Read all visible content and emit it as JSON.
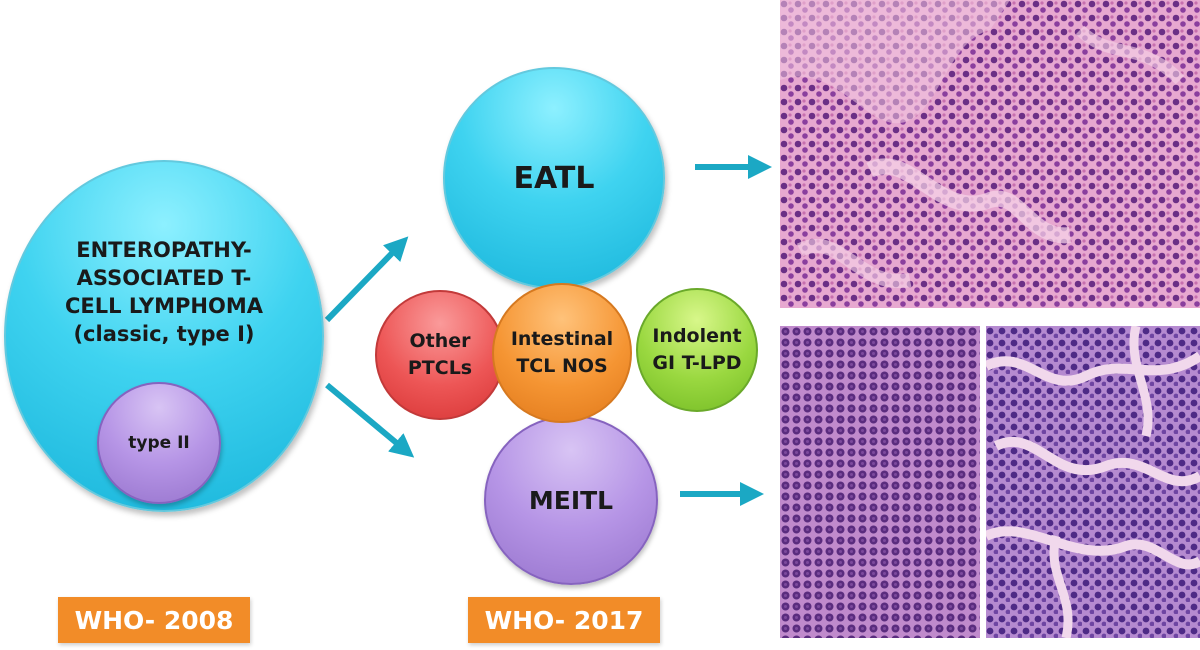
{
  "diagram": {
    "left_group": {
      "main_circle": {
        "lines": [
          "ENTEROPATHY-",
          "ASSOCIATED T-",
          "CELL LYMPHOMA",
          "(classic, type I)"
        ]
      },
      "sub_circle": {
        "label": "type II"
      },
      "version_label": "WHO- 2008"
    },
    "right_group": {
      "eatl": {
        "label": "EATL"
      },
      "meitl": {
        "label": "MEITL"
      },
      "other_ptcls": {
        "lines": [
          "Other",
          "PTCLs"
        ]
      },
      "intestinal": {
        "lines": [
          "Intestinal",
          "TCL NOS"
        ]
      },
      "indolent": {
        "lines": [
          "Indolent",
          "GI T-LPD"
        ]
      },
      "version_label": "WHO- 2017"
    }
  },
  "colors": {
    "cyan": "#3fd3f0",
    "purple": "#b695e6",
    "red": "#ed5656",
    "orange": "#f59533",
    "green": "#9ad840",
    "arrow": "#1ba8c4",
    "label_box": "#f28c28"
  }
}
